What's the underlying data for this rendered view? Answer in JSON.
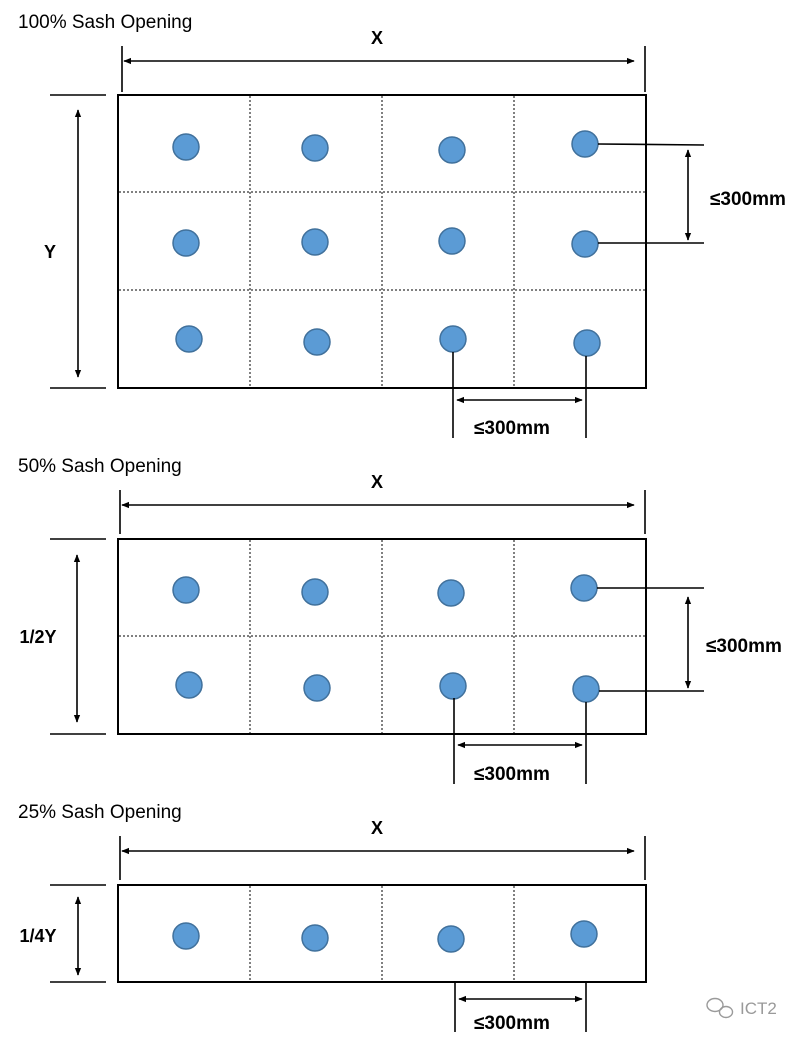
{
  "sections": [
    {
      "title": "100% Sash Opening",
      "width_label": "X",
      "height_label": "Y",
      "spacing_label_vertical": "≤300mm",
      "spacing_label_horizontal": "≤300mm",
      "rows": 3,
      "cols": 4
    },
    {
      "title": "50% Sash Opening",
      "width_label": "X",
      "height_label": "1/2Y",
      "spacing_label_vertical": "≤300mm",
      "spacing_label_horizontal": "≤300mm",
      "rows": 2,
      "cols": 4
    },
    {
      "title": "25% Sash Opening",
      "width_label": "X",
      "height_label": "1/4Y",
      "spacing_label_horizontal": "≤300mm",
      "rows": 1,
      "cols": 4
    }
  ],
  "watermark": "ICT2",
  "colors": {
    "dot_fill": "#5b9bd5",
    "dot_stroke": "#41719c",
    "line": "#000000"
  }
}
